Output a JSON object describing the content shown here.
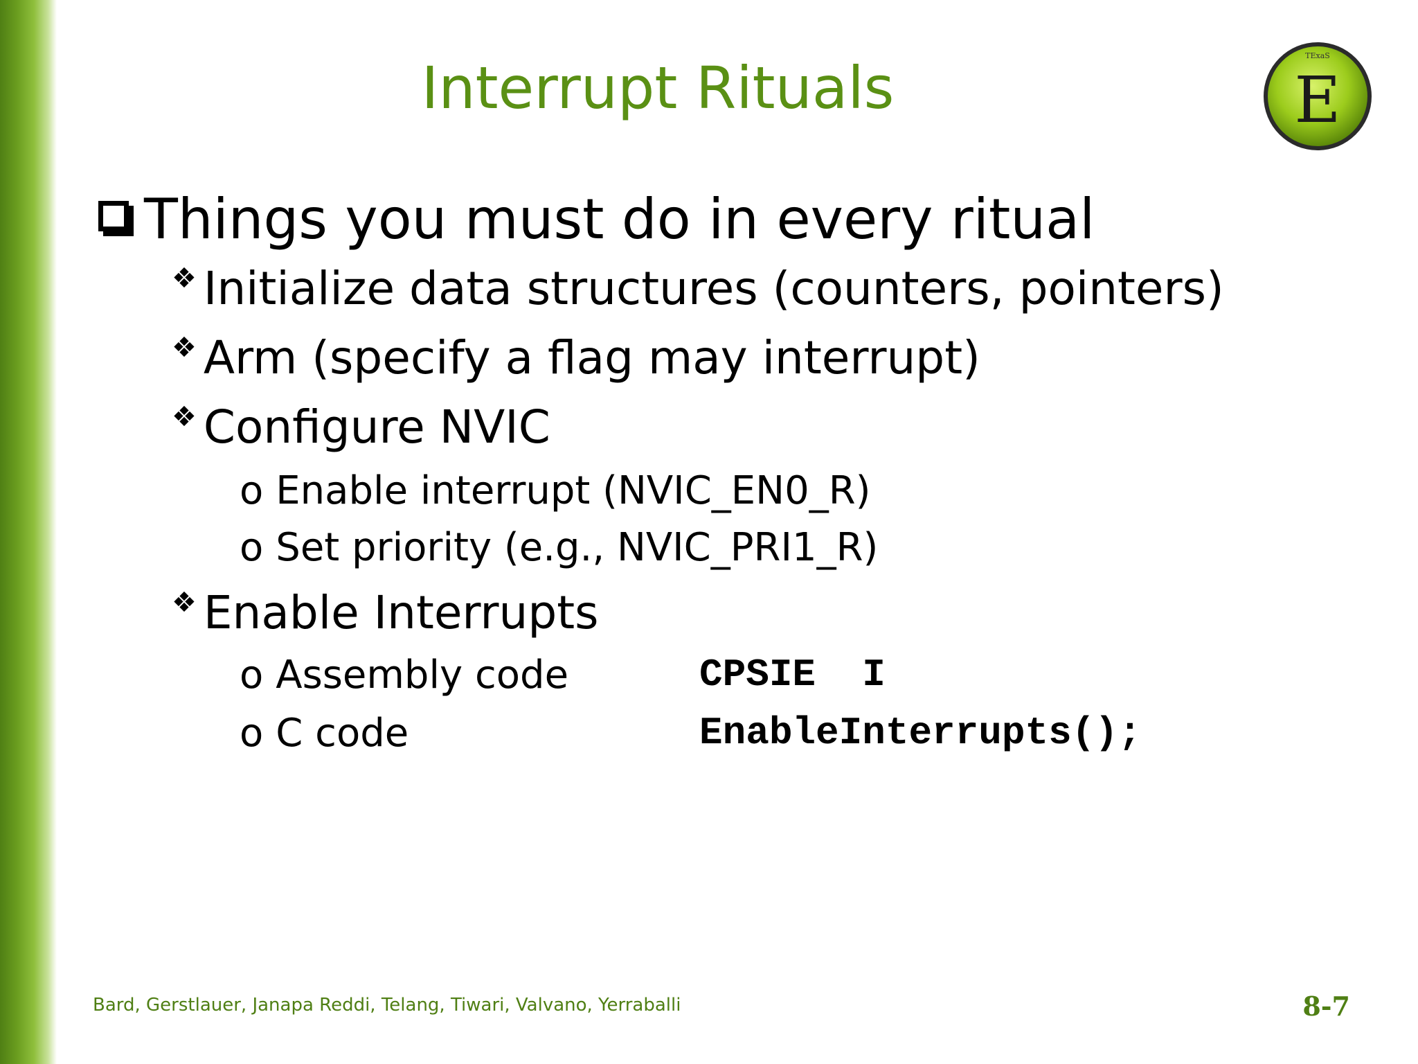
{
  "slide": {
    "title": "Interrupt Rituals",
    "main_bullet": "Things you must do in every ritual",
    "items": [
      "Initialize data structures (counters, pointers)",
      "Arm (specify a flag may interrupt)",
      "Configure NVIC"
    ],
    "nvic_sub": [
      "Enable interrupt (NVIC_EN0_R)",
      "Set priority (e.g., NVIC_PRI1_R)"
    ],
    "enable_item": "Enable Interrupts",
    "enable_sub": [
      {
        "label": "Assembly code",
        "code": "CPSIE  I"
      },
      {
        "label": "C code",
        "code": "EnableInterrupts();"
      }
    ],
    "sub_bullet": "o"
  },
  "logo": {
    "letter": "E",
    "top_text": "TExaS"
  },
  "footer": {
    "authors": "Bard, Gerstlauer, Janapa Reddi, Telang, Tiwari, Valvano, Yerraballi",
    "page": "8-7"
  },
  "colors": {
    "accent": "#5a9014",
    "bar_dark": "#4f7f14"
  }
}
